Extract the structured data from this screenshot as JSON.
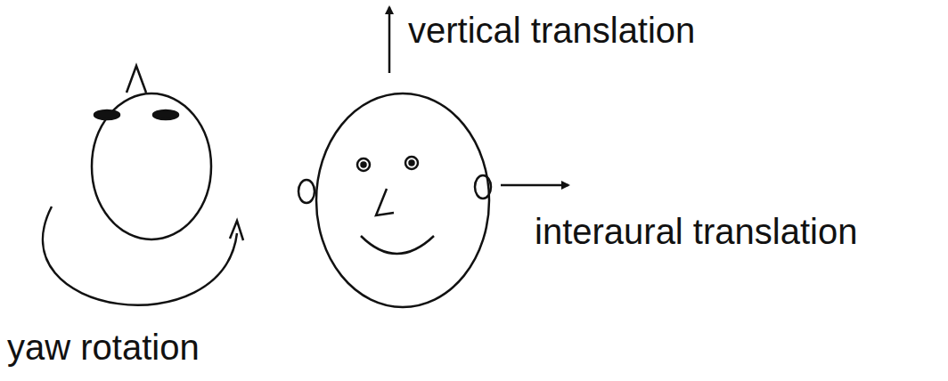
{
  "diagram": {
    "labels": [
      "vertical translation",
      "interaural translation",
      "yaw rotation"
    ]
  }
}
